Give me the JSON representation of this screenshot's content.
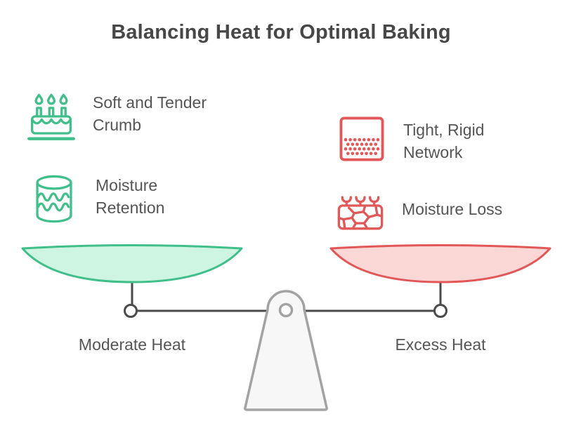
{
  "title": "Balancing Heat for Optimal Baking",
  "colors": {
    "green_stroke": "#41bf8b",
    "green_fill": "#cdf5e1",
    "red_stroke": "#e25757",
    "red_fill": "#fbd8d6",
    "beam": "#4a4a4a",
    "fulcrum_fill": "#f7f7f7",
    "fulcrum_stroke": "#a3a3a3",
    "title_text": "#474747",
    "body_text": "#555555"
  },
  "left_side": {
    "heat_label": "Moderate Heat",
    "items": [
      {
        "icon": "birthday-cake-icon",
        "label": "Soft and Tender Crumb"
      },
      {
        "icon": "moisture-barrel-icon",
        "label": "Moisture Retention"
      }
    ]
  },
  "right_side": {
    "heat_label": "Excess Heat",
    "items": [
      {
        "icon": "dense-dot-network-icon",
        "label": "Tight, Rigid Network"
      },
      {
        "icon": "cracked-earth-icon",
        "label": "Moisture Loss"
      }
    ]
  }
}
